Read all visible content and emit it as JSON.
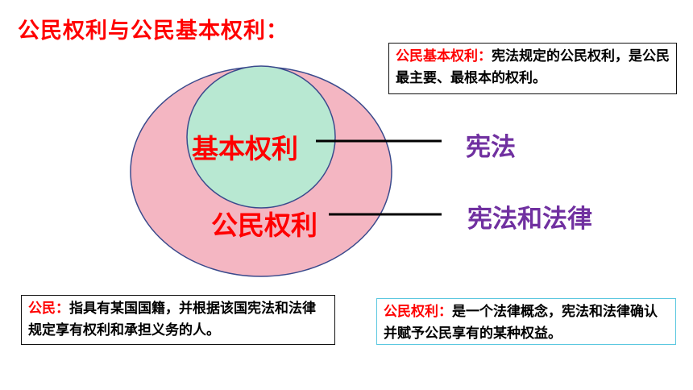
{
  "title": "公民权利与公民基本权利：",
  "diagram": {
    "inner_label": "基本权利",
    "outer_label": "公民权利",
    "inner_source": "宪法",
    "outer_source": "宪法和法律",
    "colors": {
      "outer_fill": "#f4b6c2",
      "inner_fill": "#b8e8d2",
      "label_red": "#ff0000",
      "source_purple": "#7030a0"
    }
  },
  "definitions": {
    "basic_rights": {
      "term": "公民基本权利：",
      "text": "宪法规定的公民权利，是公民最主要、最根本的权利。"
    },
    "citizen": {
      "term": "公民：",
      "text": "指具有某国国籍，并根据该国宪法和法律规定享有权利和承担义务的人。"
    },
    "citizen_rights": {
      "term": "公民权利：",
      "text": "是一个法律概念，宪法和法律确认并赋予公民享有的某种权益。"
    }
  }
}
